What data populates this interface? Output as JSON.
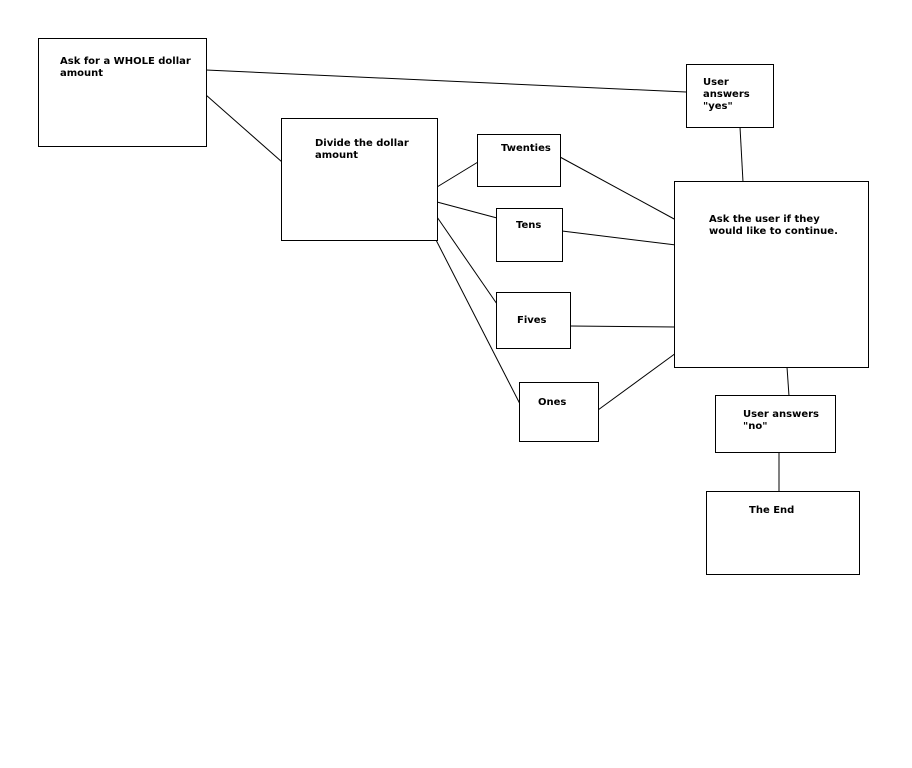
{
  "diagram": {
    "title": "",
    "colors": {
      "line": "#000000",
      "box_border": "#000000",
      "background": "#ffffff",
      "text": "#000000"
    },
    "nodes": [
      {
        "id": "ask-amount",
        "label": "Ask for a WHOLE dollar\namount"
      },
      {
        "id": "divide",
        "label": "Divide the dollar\namount"
      },
      {
        "id": "twenties",
        "label": "Twenties"
      },
      {
        "id": "tens",
        "label": "Tens"
      },
      {
        "id": "fives",
        "label": "Fives"
      },
      {
        "id": "ones",
        "label": "Ones"
      },
      {
        "id": "ask-continue",
        "label": "Ask the user if they\nwould like to continue."
      },
      {
        "id": "yes",
        "label": "User\nanswers\n\"yes\""
      },
      {
        "id": "no",
        "label": "User answers\n\"no\""
      },
      {
        "id": "end",
        "label": "The End"
      }
    ],
    "edges": [
      {
        "from": "ask-amount",
        "to": "yes"
      },
      {
        "from": "ask-amount",
        "to": "divide"
      },
      {
        "from": "divide",
        "to": "twenties"
      },
      {
        "from": "divide",
        "to": "tens"
      },
      {
        "from": "divide",
        "to": "fives"
      },
      {
        "from": "divide",
        "to": "ones"
      },
      {
        "from": "twenties",
        "to": "ask-continue"
      },
      {
        "from": "tens",
        "to": "ask-continue"
      },
      {
        "from": "fives",
        "to": "ask-continue"
      },
      {
        "from": "ones",
        "to": "ask-continue"
      },
      {
        "from": "yes",
        "to": "ask-continue"
      },
      {
        "from": "ask-continue",
        "to": "no"
      },
      {
        "from": "no",
        "to": "end"
      }
    ]
  }
}
